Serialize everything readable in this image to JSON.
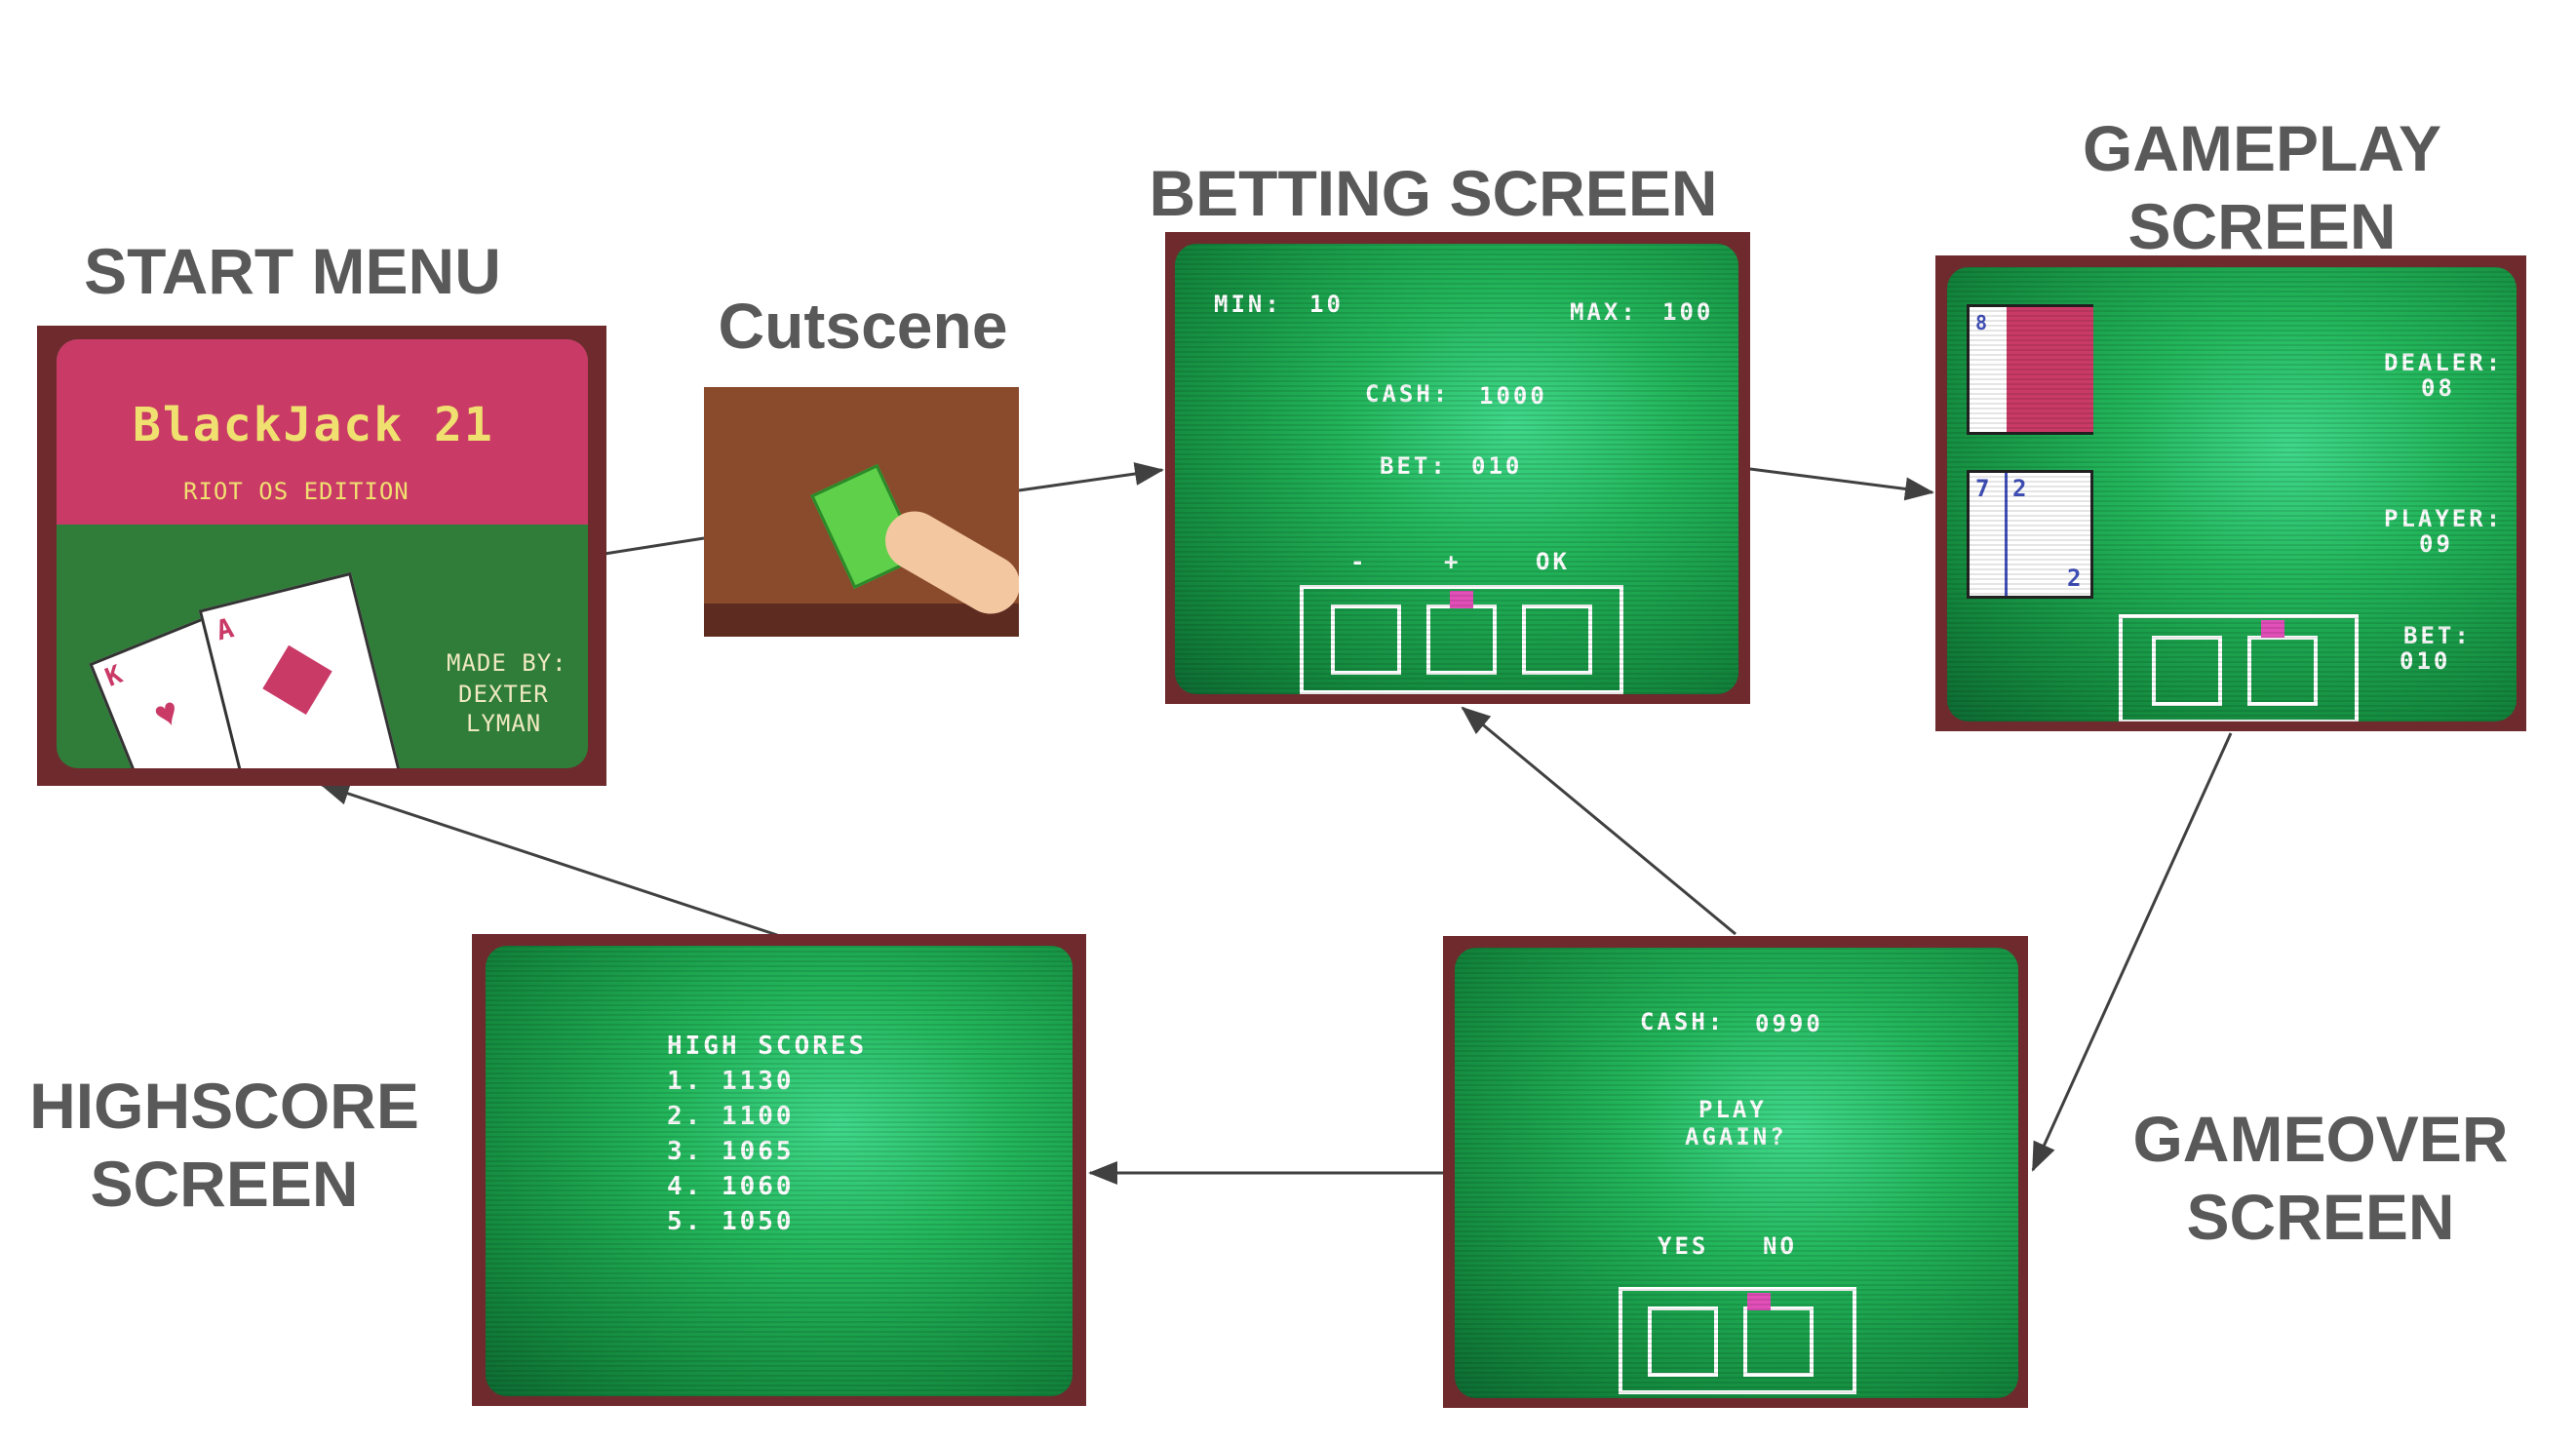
{
  "labels": {
    "start_menu": "START MENU",
    "cutscene": "Cutscene",
    "betting_screen": "BETTING SCREEN",
    "gameplay_screen_line1": "GAMEPLAY",
    "gameplay_screen_line2": "SCREEN",
    "highscore_screen_line1": "HIGHSCORE",
    "highscore_screen_line2": "SCREEN",
    "gameover_screen_line1": "GAMEOVER",
    "gameover_screen_line2": "SCREEN"
  },
  "start_menu": {
    "title": "BlackJack 21",
    "subtitle": "RIOT OS EDITION",
    "credit_line1": "MADE BY:",
    "credit_line2": "DEXTER",
    "credit_line3": "LYMAN",
    "card1_rank": "K",
    "card2_rank": "A"
  },
  "betting": {
    "min_label": "MIN:",
    "min_value": "10",
    "max_label": "MAX:",
    "max_value": "100",
    "cash_label": "CASH:",
    "cash_value": "1000",
    "bet_label": "BET:",
    "bet_value": "010",
    "btn_minus": "-",
    "btn_plus": "+",
    "btn_ok": "OK"
  },
  "gameplay": {
    "dealer_card": "8",
    "player_card1": "7",
    "player_card2": "2",
    "dealer_label": "DEALER:",
    "dealer_value": "08",
    "player_label": "PLAYER:",
    "player_value": "09",
    "bet_label": "BET:",
    "bet_value": "010"
  },
  "gameover": {
    "cash_label": "CASH:",
    "cash_value": "0990",
    "prompt_line1": "PLAY",
    "prompt_line2": "AGAIN?",
    "yes": "YES",
    "no": "NO"
  },
  "highscores": {
    "title": "HIGH SCORES",
    "entries": [
      "1. 1130",
      "2. 1100",
      "3. 1065",
      "4. 1060",
      "5. 1050"
    ]
  },
  "colors": {
    "label_gray": "#595959",
    "screen_green": "#1fa84f",
    "menu_pink": "#c93a67",
    "cursor_pink": "#e24fb9",
    "arrow": "#404040"
  }
}
